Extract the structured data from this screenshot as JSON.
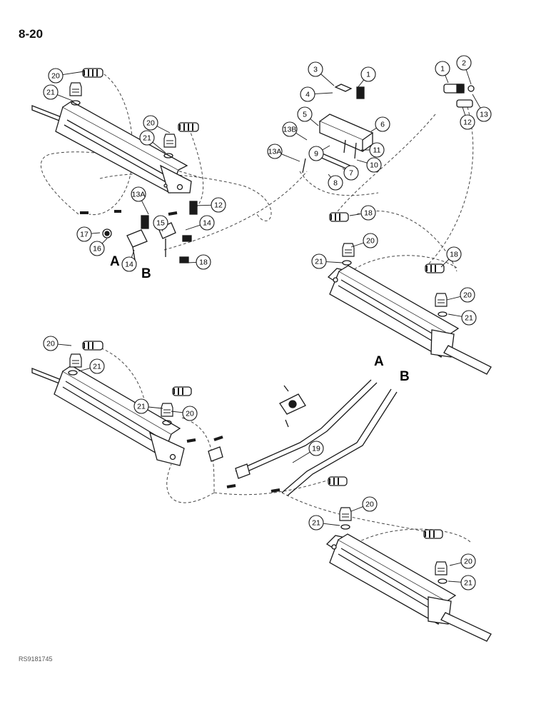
{
  "page": {
    "number": "8-20",
    "figure_code": "RS9181745"
  },
  "letters": [
    "A",
    "B",
    "A",
    "B"
  ],
  "callouts": [
    "20",
    "21",
    "20",
    "21",
    "13A",
    "12",
    "14",
    "15",
    "17",
    "16",
    "14",
    "18",
    "3",
    "1",
    "4",
    "5",
    "13B",
    "9",
    "6",
    "13A",
    "11",
    "10",
    "7",
    "8",
    "1",
    "2",
    "12",
    "13",
    "18",
    "20",
    "21",
    "18",
    "20",
    "21",
    "20",
    "21",
    "21",
    "20",
    "19",
    "20",
    "21",
    "20",
    "21"
  ],
  "colors": {
    "line": "#1a1a1a",
    "hose": "#444444",
    "paper": "#ffffff"
  }
}
